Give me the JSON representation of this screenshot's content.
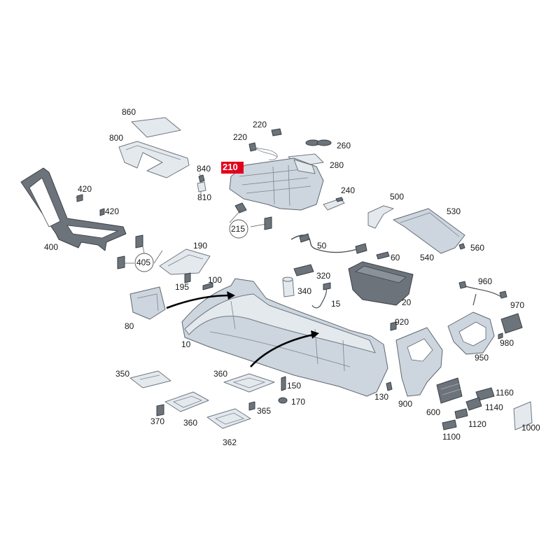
{
  "diagram": {
    "highlight_color": "#e3001b",
    "part_color": "#cdd5de",
    "labels": [
      "860",
      "800",
      "220",
      "220",
      "260",
      "210",
      "280",
      "840",
      "810",
      "240",
      "420",
      "420",
      "400",
      "215",
      "500",
      "530",
      "50",
      "60",
      "560",
      "540",
      "190",
      "405",
      "100",
      "195",
      "320",
      "340",
      "15",
      "20",
      "960",
      "970",
      "80",
      "10",
      "920",
      "950",
      "980",
      "350",
      "360",
      "150",
      "170",
      "365",
      "130",
      "900",
      "600",
      "1160",
      "1140",
      "1120",
      "1100",
      "1000",
      "370",
      "360",
      "362"
    ],
    "highlighted_label": "210"
  }
}
